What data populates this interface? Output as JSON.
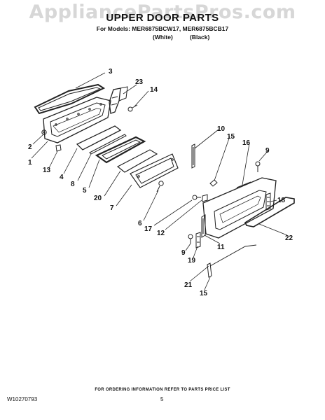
{
  "watermark": "AppliancePartsPros.com",
  "title": "UPPER DOOR PARTS",
  "models_line": "For Models: MER6875BCW17, MER6875BCB17",
  "variants": [
    "(White)",
    "(Black)"
  ],
  "footer_note": "FOR ORDERING INFORMATION REFER TO PARTS PRICE LIST",
  "doc_id": "W10270793",
  "page_number": "5",
  "callouts": [
    "3",
    "23",
    "14",
    "2",
    "1",
    "13",
    "4",
    "8",
    "5",
    "20",
    "7",
    "6",
    "17",
    "12",
    "10",
    "15",
    "16",
    "9",
    "18",
    "22",
    "11",
    "9",
    "19",
    "21",
    "15"
  ]
}
